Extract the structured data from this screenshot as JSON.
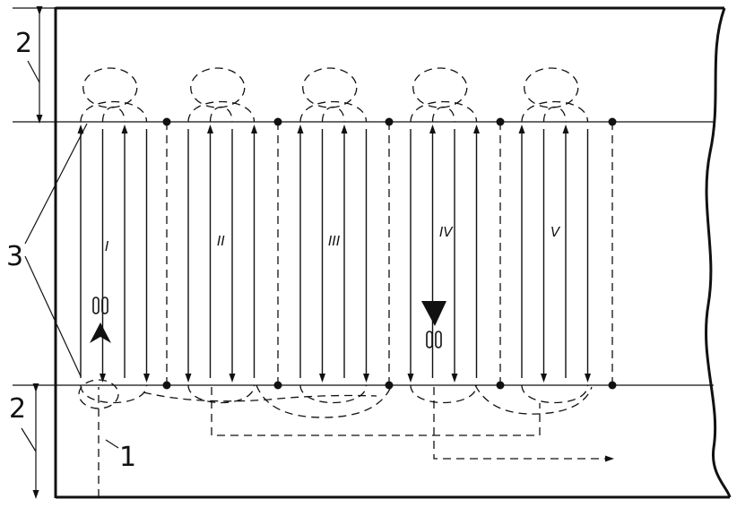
{
  "labels": {
    "headland_top": "2",
    "headland_bottom": "2",
    "boundary_lines": "3",
    "entry_path": "1"
  },
  "sections": [
    "I",
    "II",
    "III",
    "IV",
    "V"
  ],
  "colors": {
    "ink": "#111111",
    "paper": "#ffffff"
  },
  "icons": {
    "tractor": "tractor-icon",
    "implement": "implement-icon"
  }
}
